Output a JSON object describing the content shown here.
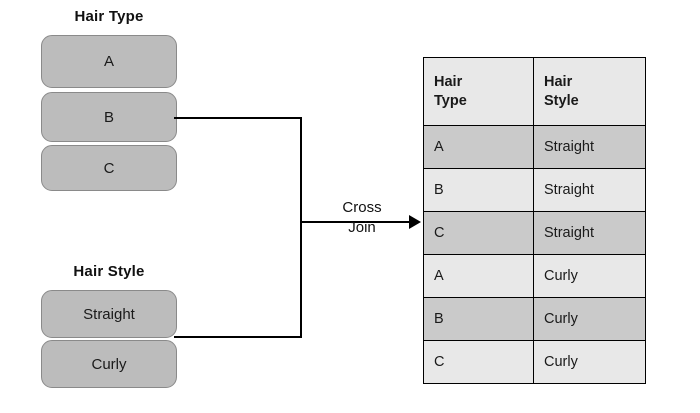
{
  "diagram": {
    "title_hair_type": "Hair Type",
    "title_hair_style": "Hair Style",
    "operation_line1": "Cross",
    "operation_line2": "Join",
    "hair_type_values": [
      "A",
      "B",
      "C"
    ],
    "hair_style_values": [
      "Straight",
      "Curly"
    ],
    "colors": {
      "box_fill": "#bcbcbc",
      "box_border": "#8a8a8a",
      "row_dark": "#cacaca",
      "row_light": "#e8e8e8",
      "line": "#000000",
      "background": "#ffffff"
    }
  },
  "result_table": {
    "headers": [
      "Hair Type",
      "Hair Style"
    ],
    "header_lines": [
      [
        "Hair",
        "Type"
      ],
      [
        "Hair",
        "Style"
      ]
    ],
    "rows": [
      {
        "hair_type": "A",
        "hair_style": "Straight",
        "shade": "dark"
      },
      {
        "hair_type": "B",
        "hair_style": "Straight",
        "shade": "light"
      },
      {
        "hair_type": "C",
        "hair_style": "Straight",
        "shade": "dark"
      },
      {
        "hair_type": "A",
        "hair_style": "Curly",
        "shade": "light"
      },
      {
        "hair_type": "B",
        "hair_style": "Curly",
        "shade": "dark"
      },
      {
        "hair_type": "C",
        "hair_style": "Curly",
        "shade": "light"
      }
    ]
  }
}
